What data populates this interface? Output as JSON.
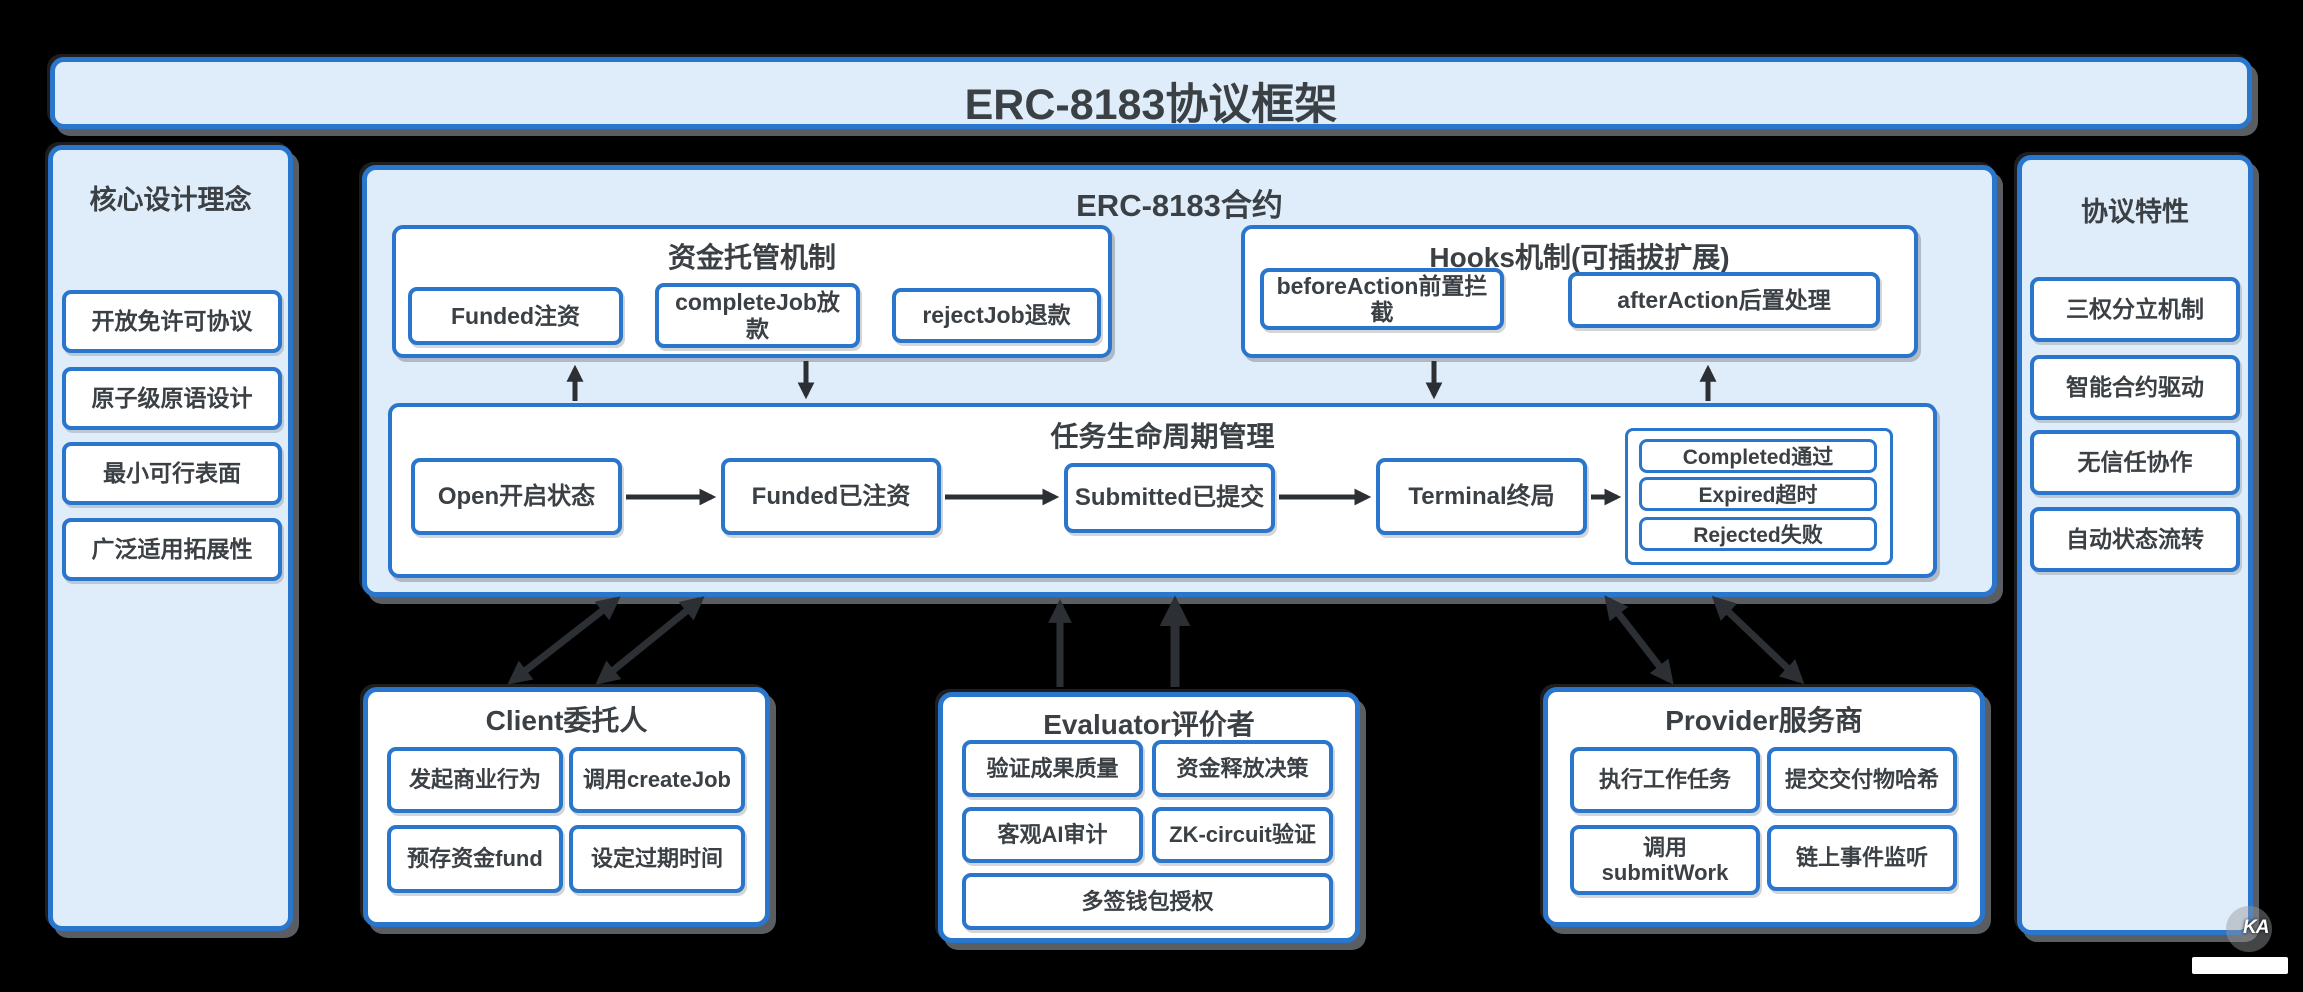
{
  "title": "ERC-8183协议框架",
  "left_sidebar": {
    "title": "核心设计理念",
    "items": [
      "开放免许可协议",
      "原子级原语设计",
      "最小可行表面",
      "广泛适用拓展性"
    ]
  },
  "right_sidebar": {
    "title": "协议特性",
    "items": [
      "三权分立机制",
      "智能合约驱动",
      "无信任协作",
      "自动状态流转"
    ]
  },
  "contract": {
    "title": "ERC-8183合约",
    "escrow": {
      "title": "资金托管机制",
      "items": [
        "Funded注资",
        "completeJob放款",
        "rejectJob退款"
      ]
    },
    "hooks": {
      "title": "Hooks机制(可插拔扩展)",
      "items": [
        "beforeAction前置拦截",
        "afterAction后置处理"
      ]
    },
    "lifecycle": {
      "title": "任务生命周期管理",
      "states": [
        "Open开启状态",
        "Funded已注资",
        "Submitted已提交",
        "Terminal终局"
      ],
      "outcomes": [
        "Completed通过",
        "Expired超时",
        "Rejected失败"
      ]
    }
  },
  "actors": [
    {
      "title": "Client委托人",
      "items": [
        "发起商业行为",
        "调用createJob",
        "预存资金fund",
        "设定过期时间"
      ]
    },
    {
      "title": "Evaluator评价者",
      "items": [
        "验证成果质量",
        "资金释放决策",
        "客观AI审计",
        "ZK-circuit验证",
        "多签钱包授权"
      ]
    },
    {
      "title": "Provider服务商",
      "items": [
        "执行工作任务",
        "提交交付物哈希",
        "调用submitWork",
        "链上事件监听"
      ]
    }
  ],
  "watermark": {
    "badge": "KA"
  },
  "colors": {
    "accent_blue": "#2b76cd",
    "panel_fill": "#dfecfa",
    "box_fill": "#ffffff",
    "text": "#3b4045",
    "arrow": "#2c2f33",
    "background": "#000000"
  }
}
